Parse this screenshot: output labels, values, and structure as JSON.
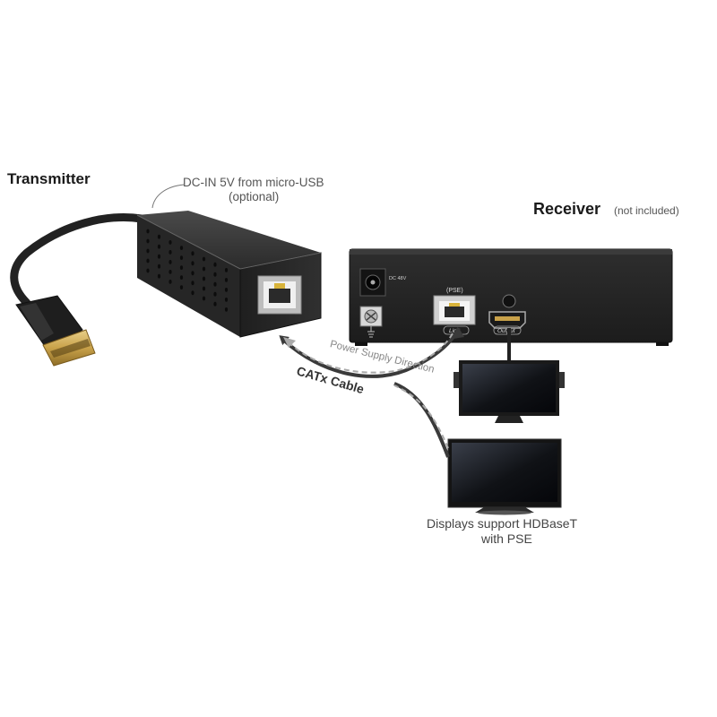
{
  "transmitter": {
    "title": "Transmitter",
    "dc_in_line1": "DC-IN 5V from micro-USB",
    "dc_in_line2": "(optional)"
  },
  "receiver": {
    "title": "Receiver",
    "subtitle": "(not included)",
    "dc_label": "DC 48V",
    "pse_label": "(PSE)",
    "link_label": "Link",
    "output_label": "Output"
  },
  "cable": {
    "label": "CATx Cable",
    "power_direction_label": "Power Supply Direction"
  },
  "displays": {
    "line1": "Displays support HDBaseT",
    "line2": "with PSE"
  },
  "colors": {
    "device_body": "#2a2a2a",
    "cable": "#3a3a3a",
    "dashed_arrow": "#999999",
    "hdmi_gold": "#c9a24a"
  }
}
